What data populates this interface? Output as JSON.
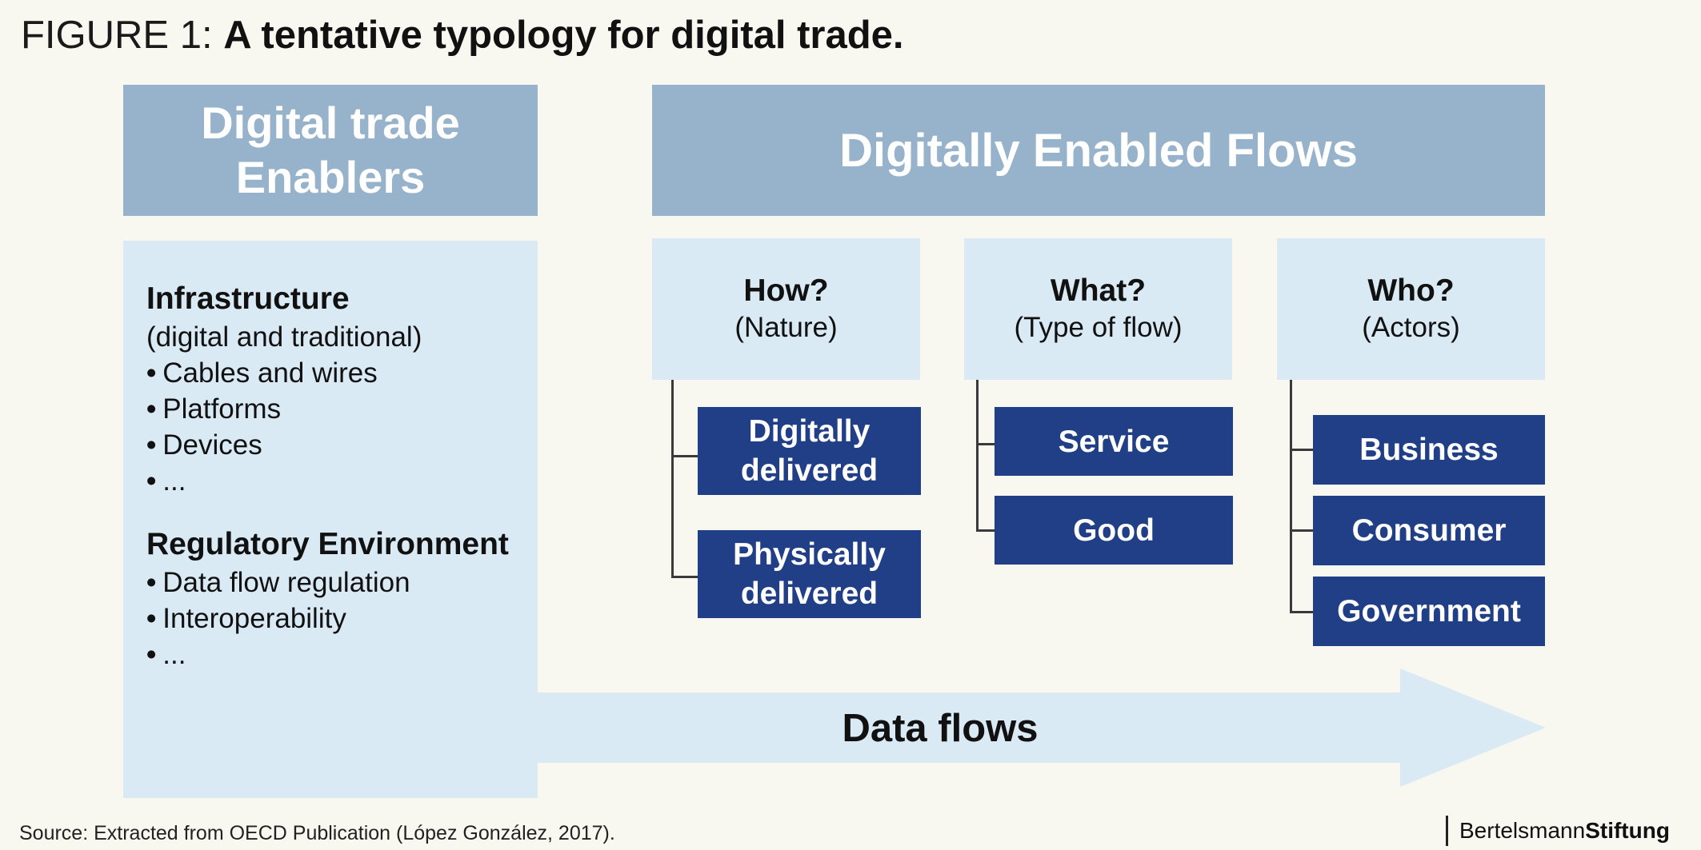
{
  "title": {
    "label": "FIGURE 1:",
    "text": "A tentative typology for digital trade."
  },
  "enablers": {
    "header": "Digital trade Enablers",
    "infrastructure": {
      "title": "Infrastructure",
      "subtitle": "(digital and traditional)",
      "items": [
        "Cables and wires",
        "Platforms",
        "Devices",
        "..."
      ]
    },
    "regulatory": {
      "title": "Regulatory Environment",
      "items": [
        "Data flow regulation",
        "Interoperability",
        "..."
      ]
    }
  },
  "flows": {
    "header": "Digitally Enabled Flows",
    "how": {
      "question": "How?",
      "sub": "(Nature)",
      "options": [
        "Digitally delivered",
        "Physically delivered"
      ]
    },
    "what": {
      "question": "What?",
      "sub": "(Type of flow)",
      "options": [
        "Service",
        "Good"
      ]
    },
    "who": {
      "question": "Who?",
      "sub": "(Actors)",
      "options": [
        "Business",
        "Consumer",
        "Government"
      ]
    }
  },
  "arrow_label": "Data flows",
  "footer": {
    "source": "Source: Extracted from OECD Publication (López González, 2017).",
    "brand_part1": "Bertelsmann",
    "brand_part2": "Stiftung"
  },
  "colors": {
    "background": "#f8f7f0",
    "header_blue": "#97b2cb",
    "light_blue": "#daeaf5",
    "dark_blue": "#203f86"
  }
}
